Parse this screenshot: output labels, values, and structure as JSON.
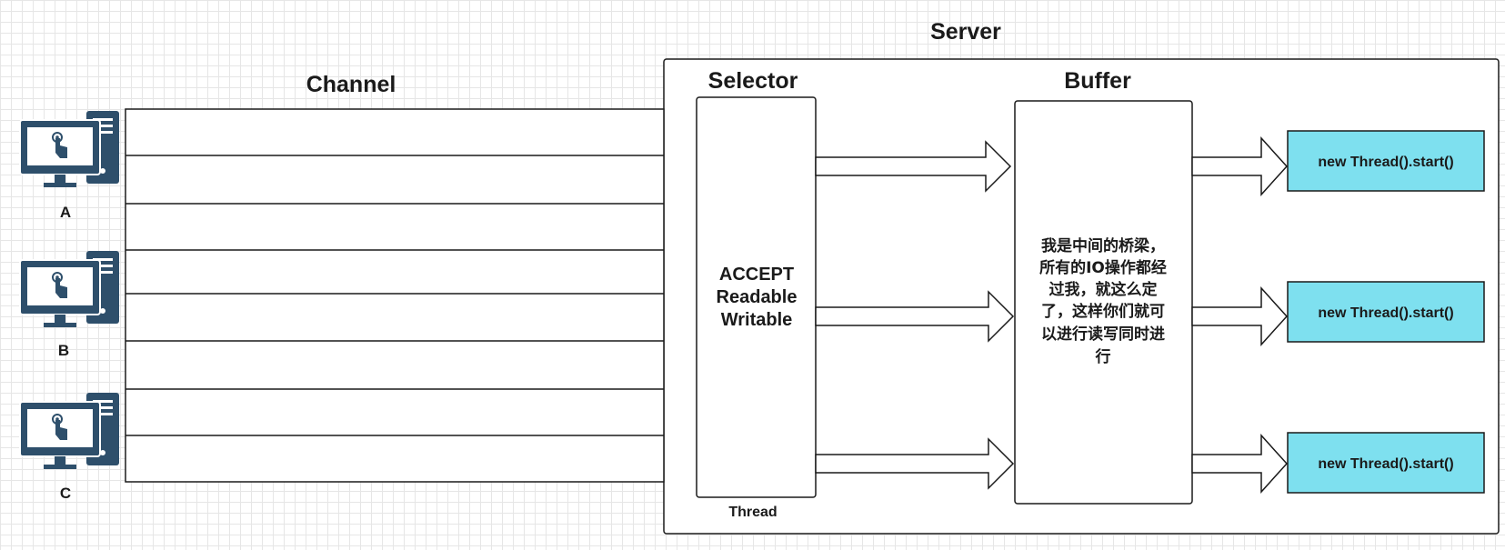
{
  "server": {
    "label": "Server"
  },
  "channel": {
    "label": "Channel",
    "line_count": 9
  },
  "clients": [
    {
      "label": "A",
      "icon": "computer-icon"
    },
    {
      "label": "B",
      "icon": "computer-icon"
    },
    {
      "label": "C",
      "icon": "computer-icon"
    }
  ],
  "selector": {
    "label": "Selector",
    "events": [
      "ACCEPT",
      "Readable",
      "Writable"
    ],
    "caption": "Thread"
  },
  "buffer": {
    "label": "Buffer",
    "text_lines": [
      "我是中间的桥梁，",
      "所有的IO操作都经",
      "过我，就这么定",
      "了，这样你们就可",
      "以进行读写同时进",
      "行"
    ]
  },
  "threads": [
    {
      "label": "new Thread().start()"
    },
    {
      "label": "new Thread().start()"
    },
    {
      "label": "new Thread().start()"
    }
  ],
  "colors": {
    "thread_fill": "#7ee0ef",
    "icon": "#2e4f6b",
    "stroke": "#1a1a1a",
    "grid": "#e6e6e6"
  }
}
